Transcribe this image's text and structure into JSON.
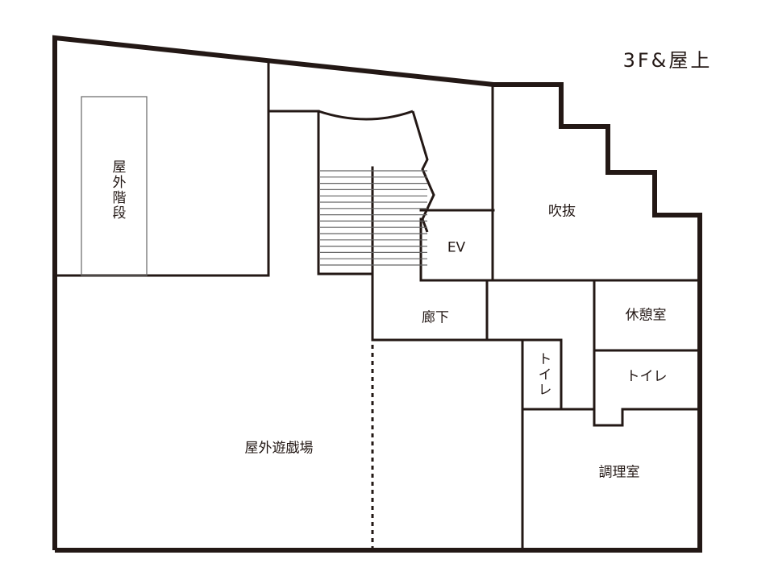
{
  "floor": {
    "title": "3F&屋上"
  },
  "rooms": {
    "outdoor_stairs": "屋外階段",
    "void": "吹抜",
    "elevator": "EV",
    "corridor": "廊下",
    "lounge": "休憩室",
    "toilet_vertical": "トイレ",
    "toilet": "トイレ",
    "kitchen": "調理室",
    "playground": "屋外遊戯場"
  },
  "colors": {
    "wall": "#231815",
    "thin_line": "#666666",
    "background": "#ffffff"
  }
}
